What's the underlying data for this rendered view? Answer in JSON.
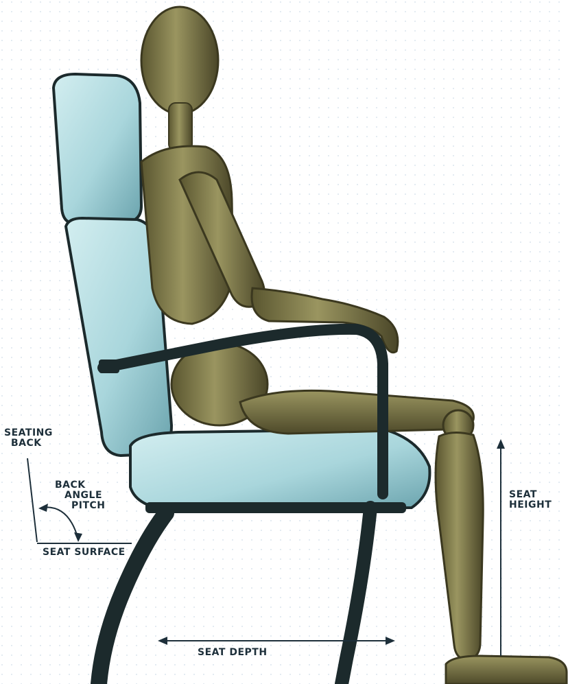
{
  "labels": {
    "seating_back_1": "SEATING",
    "seating_back_2": "BACK",
    "back_angle_1": "BACK",
    "back_angle_2": "ANGLE",
    "back_angle_3": "PITCH",
    "seat_surface": "SEAT SURFACE",
    "seat_height_1": "SEAT",
    "seat_height_2": "HEIGHT",
    "seat_depth": "SEAT DEPTH"
  },
  "colors": {
    "cushion": "#a9d6dc",
    "cushion_shadow": "#5f9aa6",
    "frame": "#1c2a2c",
    "wood_light": "#8d8a55",
    "wood_dark": "#4e4a2a",
    "ink": "#1d2f3a"
  }
}
